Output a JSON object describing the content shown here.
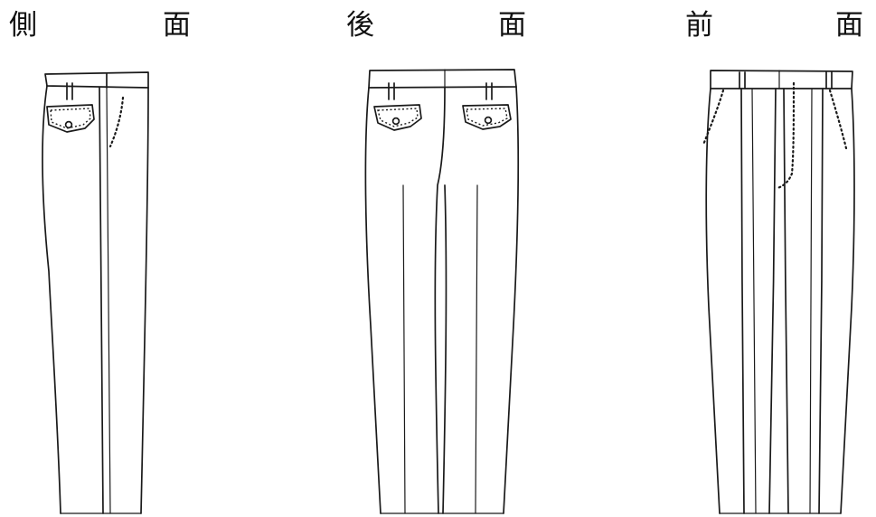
{
  "views": [
    {
      "id": "side",
      "char1": "側",
      "char2": "面"
    },
    {
      "id": "back",
      "char1": "後",
      "char2": "面"
    },
    {
      "id": "front",
      "char1": "前",
      "char2": "面"
    }
  ]
}
